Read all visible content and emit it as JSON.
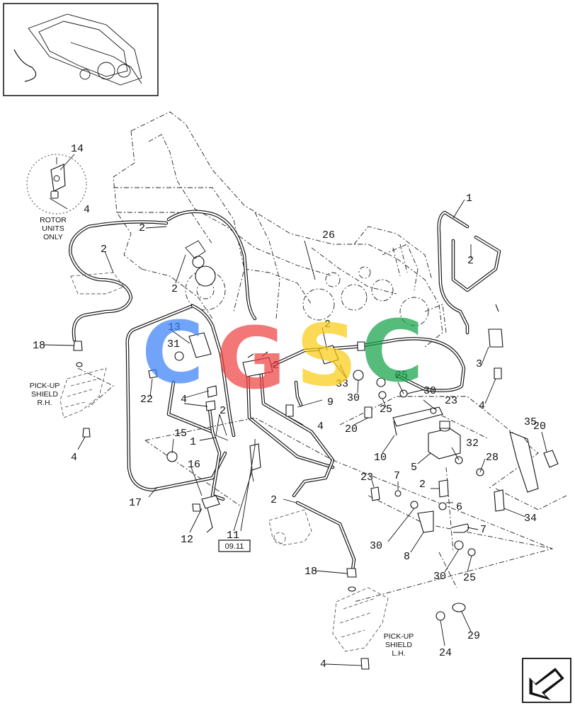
{
  "watermark": {
    "letters": [
      {
        "char": "C",
        "color": "#3b82f6"
      },
      {
        "char": "G",
        "color": "#ef4444"
      },
      {
        "char": "S",
        "color": "#facc15"
      },
      {
        "char": "C",
        "color": "#16a34a"
      }
    ]
  },
  "notes": {
    "rotor_units_only": [
      "ROTOR",
      "UNITS",
      "ONLY"
    ],
    "pickup_shield_rh": [
      "PICK-UP",
      "SHIELD",
      "R.H."
    ],
    "pickup_shield_lh": [
      "PICK-UP",
      "SHIELD",
      "L.H."
    ],
    "page_ref": "09.11"
  },
  "callouts": {
    "c1": "1",
    "c1b": "1",
    "c2a": "2",
    "c2b": "2",
    "c2c": "2",
    "c2d": "2",
    "c2e": "2",
    "c2f": "2",
    "c2g": "2",
    "c2h": "2",
    "c2i": "2",
    "c3": "3",
    "c4a": "4",
    "c4b": "4",
    "c4c": "4",
    "c4d": "4",
    "c4e": "4",
    "c4f": "4",
    "c5": "5",
    "c6": "6",
    "c7a": "7",
    "c7b": "7",
    "c8": "8",
    "c9": "9",
    "c10": "10",
    "c11": "11",
    "c12": "12",
    "c13": "13",
    "c14": "14",
    "c15": "15",
    "c16": "16",
    "c17": "17",
    "c18a": "18",
    "c18b": "18",
    "c20a": "20",
    "c20b": "20",
    "c22": "22",
    "c23a": "23",
    "c23b": "23",
    "c24": "24",
    "c25a": "25",
    "c25b": "25",
    "c25c": "25",
    "c26": "26",
    "c28": "28",
    "c29": "29",
    "c30a": "30",
    "c30b": "30",
    "c30c": "30",
    "c30d": "30",
    "c31": "31",
    "c32": "32",
    "c33": "33",
    "c34": "34",
    "c35": "35"
  }
}
